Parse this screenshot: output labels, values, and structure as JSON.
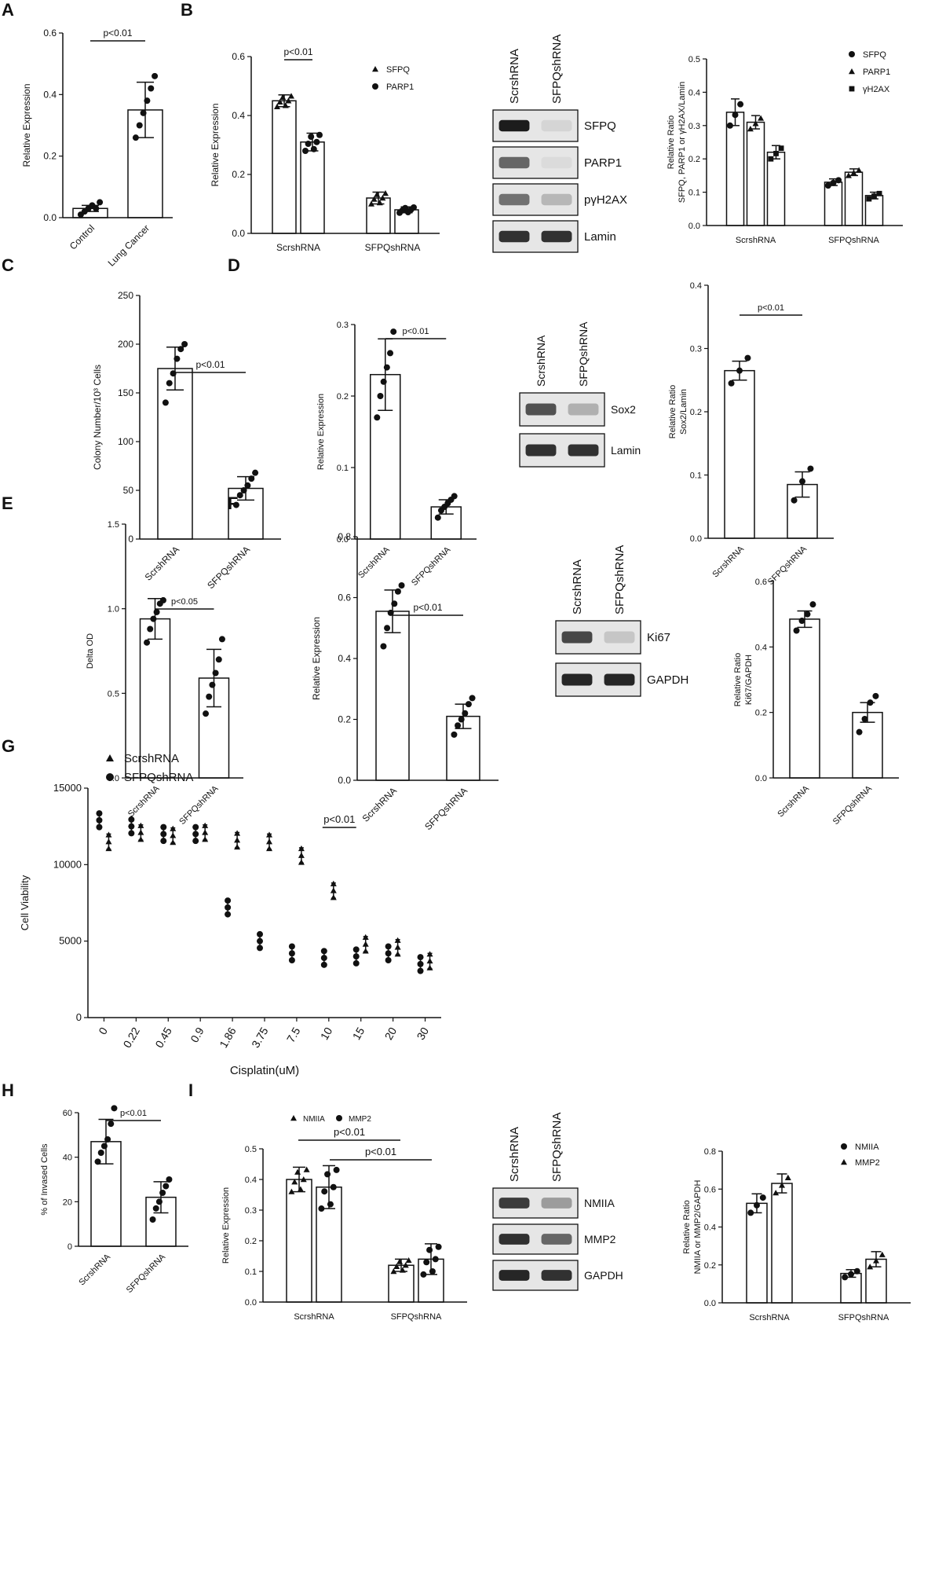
{
  "panel_letters": [
    "A",
    "B",
    "C",
    "D",
    "E",
    "F",
    "G",
    "H",
    "I"
  ],
  "blot_b": {
    "lanes": [
      "ScrshRNA",
      "SFPQshRNA"
    ],
    "bands": [
      "SFPQ",
      "PARP1",
      "pγH2AX",
      "Lamin"
    ]
  },
  "blot_d": {
    "lanes": [
      "ScrshRNA",
      "SFPQshRNA"
    ],
    "bands": [
      "Sox2",
      "Lamin"
    ]
  },
  "blot_f": {
    "lanes": [
      "ScrshRNA",
      "SFPQshRNA"
    ],
    "bands": [
      "Ki67",
      "GAPDH"
    ]
  },
  "blot_i": {
    "lanes": [
      "ScrshRNA",
      "SFPQshRNA"
    ],
    "bands": [
      "NMIIA",
      "MMP2",
      "GAPDH"
    ]
  },
  "colors": {
    "ink": "#111111",
    "blot_bg": "#e6e6e6"
  },
  "chart_data": [
    {
      "id": "A",
      "type": "bar",
      "categories": [
        "Control",
        "Lung Cancer"
      ],
      "values": [
        0.03,
        0.35
      ],
      "errors": [
        0.01,
        0.09
      ],
      "points": [
        [
          0.01,
          0.02,
          0.03,
          0.04,
          0.03,
          0.05
        ],
        [
          0.26,
          0.3,
          0.34,
          0.38,
          0.42,
          0.46
        ]
      ],
      "ylabel": "Relative Expression",
      "ylim": [
        0,
        0.6
      ],
      "yticks": [
        "0.0",
        "0.2",
        "0.4",
        "0.6"
      ],
      "annotations": [
        {
          "text": "p<0.01"
        }
      ]
    },
    {
      "id": "B1",
      "type": "bar",
      "categories": [
        "ScrshRNA",
        "SFPQshRNA"
      ],
      "series": [
        {
          "name": "SFPQ",
          "marker": "triangle",
          "values": [
            0.45,
            0.12
          ],
          "errors": [
            0.02,
            0.02
          ]
        },
        {
          "name": "PARP1",
          "marker": "circle",
          "values": [
            0.31,
            0.08
          ],
          "errors": [
            0.03,
            0.01
          ]
        }
      ],
      "ylabel": "Relative Expression",
      "ylim": [
        0,
        0.6
      ],
      "yticks": [
        "0.0",
        "0.2",
        "0.4",
        "0.6"
      ],
      "annotations": [
        {
          "text": "p<0.01"
        }
      ]
    },
    {
      "id": "B2",
      "type": "bar",
      "categories": [
        "ScrshRNA",
        "SFPQshRNA"
      ],
      "series": [
        {
          "name": "SFPQ",
          "marker": "circle",
          "values": [
            0.34,
            0.13
          ],
          "errors": [
            0.04,
            0.01
          ]
        },
        {
          "name": "PARP1",
          "marker": "triangle",
          "values": [
            0.31,
            0.16
          ],
          "errors": [
            0.02,
            0.01
          ]
        },
        {
          "name": "γH2AX",
          "marker": "square",
          "values": [
            0.22,
            0.09
          ],
          "errors": [
            0.02,
            0.01
          ]
        }
      ],
      "ylabel": "Relative Ratio",
      "ylabel2": "SFPQ, PARP1 or γH2AX/Lamin",
      "ylim": [
        0,
        0.5
      ],
      "yticks": [
        "0.0",
        "0.1",
        "0.2",
        "0.3",
        "0.4",
        "0.5"
      ]
    },
    {
      "id": "C",
      "type": "bar",
      "categories": [
        "ScrshRNA",
        "SFPQshRNA"
      ],
      "values": [
        175,
        52
      ],
      "errors": [
        22,
        12
      ],
      "points": [
        [
          140,
          160,
          170,
          185,
          195,
          200
        ],
        [
          35,
          45,
          50,
          55,
          62,
          68
        ]
      ],
      "ylabel": "Colony Number/10³ Cells",
      "ylim": [
        0,
        250
      ],
      "yticks": [
        "0",
        "50",
        "100",
        "150",
        "200",
        "250"
      ],
      "annotations": [
        {
          "text": "p<0.01"
        }
      ]
    },
    {
      "id": "D1",
      "type": "bar",
      "categories": [
        "ScrshRNA",
        "SFPQshRNA"
      ],
      "values": [
        0.23,
        0.045
      ],
      "errors": [
        0.05,
        0.01
      ],
      "points": [
        [
          0.17,
          0.2,
          0.22,
          0.24,
          0.26,
          0.29
        ],
        [
          0.03,
          0.04,
          0.045,
          0.05,
          0.055,
          0.06
        ]
      ],
      "ylabel": "Relative Expression",
      "ylim": [
        0,
        0.3
      ],
      "yticks": [
        "0.0",
        "0.1",
        "0.2",
        "0.3"
      ],
      "annotations": [
        {
          "text": "p<0.01"
        }
      ]
    },
    {
      "id": "D2",
      "type": "bar",
      "categories": [
        "ScrshRNA",
        "SFPQshRNA"
      ],
      "values": [
        0.265,
        0.085
      ],
      "errors": [
        0.015,
        0.02
      ],
      "points": [
        [
          0.245,
          0.265,
          0.285
        ],
        [
          0.06,
          0.09,
          0.11
        ]
      ],
      "ylabel": "Relative Ratio",
      "ylabel2": "Sox2/Lamin",
      "ylim": [
        0,
        0.4
      ],
      "yticks": [
        "0.0",
        "0.1",
        "0.2",
        "0.3",
        "0.4"
      ],
      "annotations": [
        {
          "text": "p<0.01"
        }
      ]
    },
    {
      "id": "E",
      "type": "bar",
      "categories": [
        "ScrshRNA",
        "SFPQshRNA"
      ],
      "values": [
        0.94,
        0.59
      ],
      "errors": [
        0.12,
        0.17
      ],
      "points": [
        [
          0.8,
          0.88,
          0.94,
          0.98,
          1.03,
          1.05
        ],
        [
          0.38,
          0.48,
          0.55,
          0.62,
          0.7,
          0.82
        ]
      ],
      "ylabel": "Delta OD",
      "ylim": [
        0,
        1.5
      ],
      "yticks": [
        "0.0",
        "0.5",
        "1.0",
        "1.5"
      ],
      "annotations": [
        {
          "text": "p<0.05"
        }
      ]
    },
    {
      "id": "F1",
      "type": "bar",
      "categories": [
        "ScrshRNA",
        "SFPQshRNA"
      ],
      "values": [
        0.555,
        0.21
      ],
      "errors": [
        0.07,
        0.04
      ],
      "points": [
        [
          0.44,
          0.5,
          0.55,
          0.58,
          0.62,
          0.64
        ],
        [
          0.15,
          0.18,
          0.2,
          0.22,
          0.25,
          0.27
        ]
      ],
      "ylabel": "Relative Expression",
      "ylim": [
        0,
        0.8
      ],
      "yticks": [
        "0.0",
        "0.2",
        "0.4",
        "0.6",
        "0.8"
      ],
      "annotations": [
        {
          "text": "p<0.01"
        }
      ]
    },
    {
      "id": "F2",
      "type": "bar",
      "categories": [
        "ScrshRNA",
        "SFPQshRNA"
      ],
      "values": [
        0.485,
        0.2
      ],
      "errors": [
        0.025,
        0.03
      ],
      "points": [
        [
          0.45,
          0.48,
          0.5,
          0.53
        ],
        [
          0.14,
          0.18,
          0.23,
          0.25
        ]
      ],
      "ylabel": "Relative Ratio",
      "ylabel2": "Ki67/GAPDH",
      "ylim": [
        0,
        0.6
      ],
      "yticks": [
        "0.0",
        "0.2",
        "0.4",
        "0.6"
      ]
    },
    {
      "id": "G",
      "type": "scatter",
      "categories": [
        "0",
        "0.22",
        "0.45",
        "0.9",
        "1.86",
        "3.75",
        "7.5",
        "10",
        "15",
        "20",
        "30"
      ],
      "series": [
        {
          "name": "ScrshRNA",
          "marker": "triangle",
          "values": [
            11500,
            12100,
            11900,
            12100,
            11600,
            11500,
            10600,
            8300,
            4800,
            4600,
            3700
          ]
        },
        {
          "name": "SFPQshRNA",
          "marker": "circle",
          "values": [
            12900,
            12500,
            12000,
            12000,
            7200,
            5000,
            4200,
            3900,
            4000,
            4200,
            3500
          ]
        }
      ],
      "xlabel": "Cisplatin(uM)",
      "ylabel": "Cell Viability",
      "ylim": [
        0,
        15000
      ],
      "yticks": [
        "0",
        "5000",
        "10000",
        "15000"
      ],
      "annotations": [
        {
          "text": "p<0.01"
        }
      ],
      "legend": "top-left"
    },
    {
      "id": "H",
      "type": "bar",
      "categories": [
        "ScrshRNA",
        "SFPQshRNA"
      ],
      "values": [
        47,
        22
      ],
      "errors": [
        10,
        7
      ],
      "points": [
        [
          38,
          42,
          45,
          48,
          55,
          62
        ],
        [
          12,
          17,
          20,
          24,
          27,
          30
        ]
      ],
      "ylabel": "% of Invased Cells",
      "ylim": [
        0,
        60
      ],
      "yticks": [
        "0",
        "20",
        "40",
        "60"
      ],
      "annotations": [
        {
          "text": "p<0.01"
        }
      ]
    },
    {
      "id": "I1",
      "type": "bar",
      "categories": [
        "ScrshRNA",
        "SFPQshRNA"
      ],
      "series": [
        {
          "name": "NMIIA",
          "marker": "triangle",
          "values": [
            0.4,
            0.12
          ],
          "errors": [
            0.04,
            0.02
          ]
        },
        {
          "name": "MMP2",
          "marker": "circle",
          "values": [
            0.375,
            0.14
          ],
          "errors": [
            0.07,
            0.05
          ]
        }
      ],
      "ylabel": "Relative Expression",
      "ylim": [
        0,
        0.5
      ],
      "yticks": [
        "0.0",
        "0.1",
        "0.2",
        "0.3",
        "0.4",
        "0.5"
      ],
      "annotations": [
        {
          "text": "p<0.01"
        },
        {
          "text": "p<0.01"
        }
      ]
    },
    {
      "id": "I2",
      "type": "bar",
      "categories": [
        "ScrshRNA",
        "SFPQshRNA"
      ],
      "series": [
        {
          "name": "NMIIA",
          "marker": "circle",
          "values": [
            0.525,
            0.155
          ],
          "errors": [
            0.05,
            0.02
          ]
        },
        {
          "name": "MMP2",
          "marker": "triangle",
          "values": [
            0.63,
            0.23
          ],
          "errors": [
            0.05,
            0.04
          ]
        }
      ],
      "ylabel": "Relative Ratio",
      "ylabel2": "NMIIA or MMP2/GAPDH",
      "ylim": [
        0,
        0.8
      ],
      "yticks": [
        "0.0",
        "0.2",
        "0.4",
        "0.6",
        "0.8"
      ]
    }
  ]
}
